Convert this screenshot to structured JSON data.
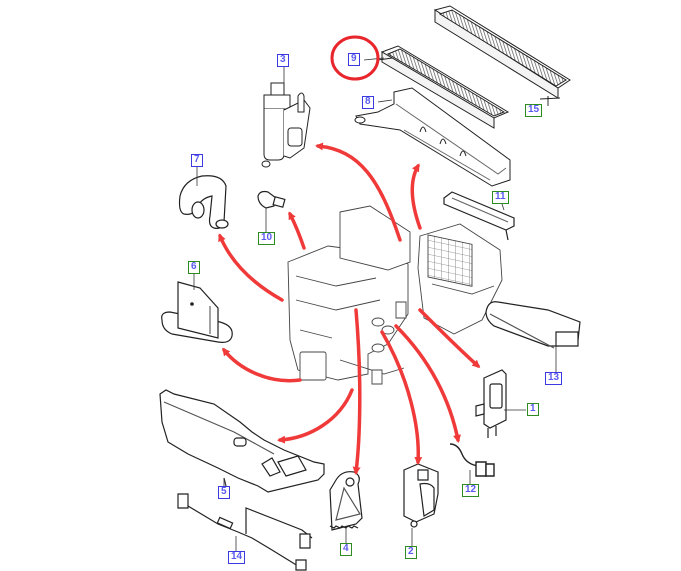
{
  "diagram": {
    "title": "Heater / air conditioning housing exploded parts view",
    "highlight_color": "#e8262c",
    "arrow_color": "#f03a3a",
    "callout_colors": {
      "blue": "#3a3ae0",
      "green": "#2e8b22",
      "text": "#5a5af0"
    },
    "highlighted_callout": "9",
    "callouts": [
      {
        "id": "1",
        "label": "1",
        "style": "green",
        "part": "blower-motor-resistor"
      },
      {
        "id": "2",
        "label": "2",
        "style": "green",
        "part": "actuator-lower"
      },
      {
        "id": "3",
        "label": "3",
        "style": "blue",
        "part": "actuator-upper"
      },
      {
        "id": "4",
        "label": "4",
        "style": "green",
        "part": "toothed-lever"
      },
      {
        "id": "5",
        "label": "5",
        "style": "blue",
        "part": "lower-duct"
      },
      {
        "id": "6",
        "label": "6",
        "style": "green",
        "part": "drain-duct"
      },
      {
        "id": "7",
        "label": "7",
        "style": "blue",
        "part": "hose-elbow"
      },
      {
        "id": "8",
        "label": "8",
        "style": "blue",
        "part": "filter-housing"
      },
      {
        "id": "9",
        "label": "9",
        "style": "blue",
        "part": "cabin-filter-front"
      },
      {
        "id": "10",
        "label": "10",
        "style": "green",
        "part": "sensor"
      },
      {
        "id": "11",
        "label": "11",
        "style": "green",
        "part": "filter-cover"
      },
      {
        "id": "12",
        "label": "12",
        "style": "green",
        "part": "wire-connector"
      },
      {
        "id": "13",
        "label": "13",
        "style": "blue",
        "part": "air-duct"
      },
      {
        "id": "14",
        "label": "14",
        "style": "blue",
        "part": "wiring-harness"
      },
      {
        "id": "15",
        "label": "15",
        "style": "green",
        "part": "cabin-filter-rear"
      }
    ]
  }
}
